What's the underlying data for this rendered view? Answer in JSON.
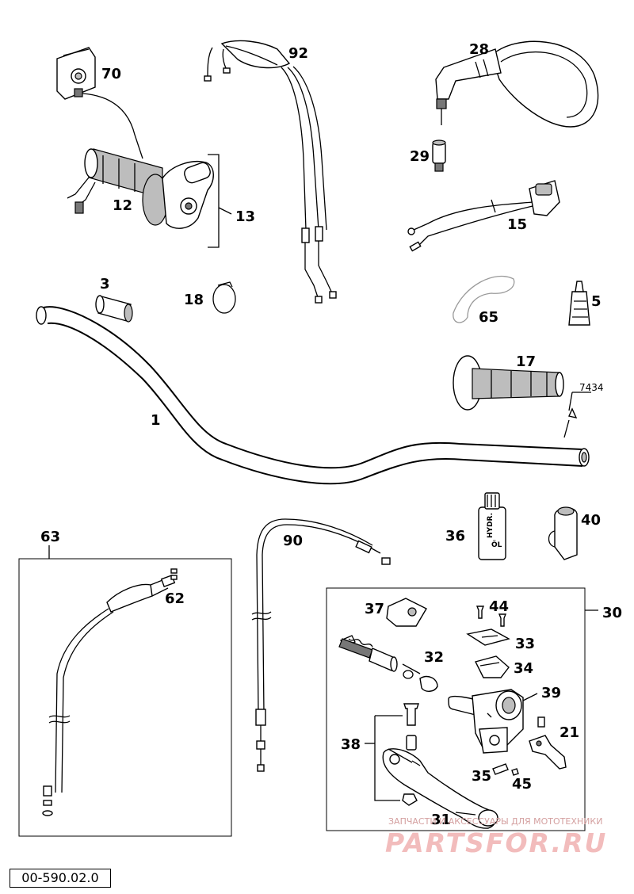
{
  "labels": {
    "p1": "1",
    "p3": "3",
    "p5": "5",
    "p12": "12",
    "p13": "13",
    "p15": "15",
    "p17": "17",
    "p18": "18",
    "p21": "21",
    "p28": "28",
    "p29": "29",
    "p30": "30",
    "p31": "31",
    "p32": "32",
    "p33": "33",
    "p34": "34",
    "p35": "35",
    "p36": "36",
    "p37": "37",
    "p38": "38",
    "p39": "39",
    "p40": "40",
    "p44": "44",
    "p45": "45",
    "p62": "62",
    "p63": "63",
    "p65": "65",
    "p70": "70",
    "p90": "90",
    "p92": "92",
    "p7434": "7434"
  },
  "bottle_text": {
    "line1": "HYDR.",
    "line2": "ÖL"
  },
  "diagram_ref": "00-590.02.0",
  "watermark": {
    "line": "ЗАПЧАСТИ И АКСЕССУАРЫ ДЛЯ МОТОТЕХНИКИ",
    "logo": "PARTSFOR.RU"
  },
  "colors": {
    "line": "#000000",
    "part_fill": "#ffffff",
    "shade": "#bdbdbd",
    "watermark": "#f2bcbc"
  }
}
